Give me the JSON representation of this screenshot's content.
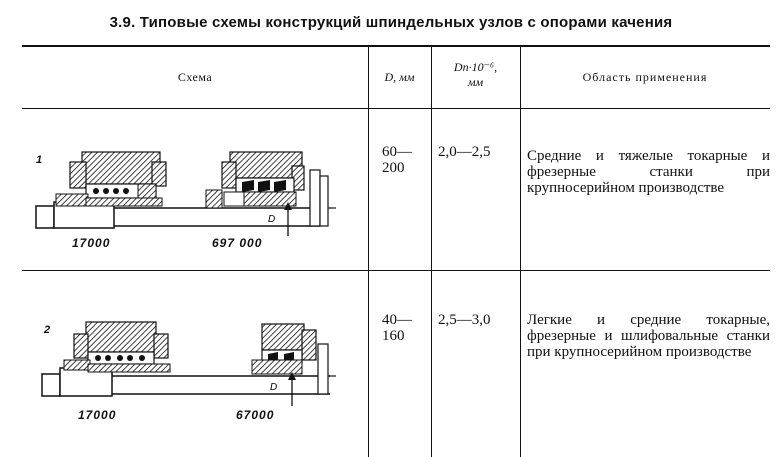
{
  "title": "3.9. Типовые схемы конструкций шпиндельных узлов с опорами качения",
  "headers": {
    "schema": "Схема",
    "d": "D, мм",
    "dn_line1": "Dn·10⁻⁶,",
    "dn_line2": "мм",
    "area": "Область применения"
  },
  "rows": [
    {
      "num": "1",
      "d_line1": "60—",
      "d_line2": "200",
      "dn": "2,0—2,5",
      "area": "Средние и тяжелые токарные и фрезерные станки при крупносерийном производстве",
      "label_left": "17000",
      "label_right": "697 000"
    },
    {
      "num": "2",
      "d_line1": "40—",
      "d_line2": "160",
      "dn": "2,5—3,0",
      "area": "Легкие и средние токарные, фрезерные и шлифовальные станки при крупносерийном производстве",
      "label_left": "17000",
      "label_right": "67000"
    }
  ]
}
